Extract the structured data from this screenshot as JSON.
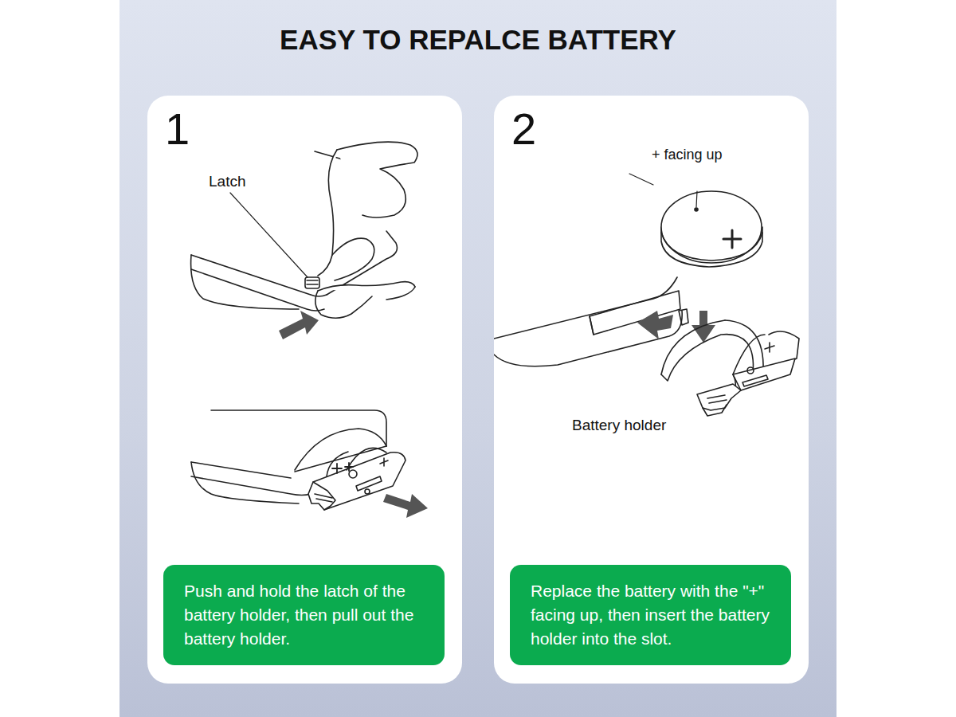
{
  "diagram": {
    "title": "EASY TO REPALCE BATTERY",
    "nodes": [
      {
        "text": [
          "1"
        ]
      },
      {
        "text": [
          "Push and hold the latch of the battery holder, then pull out the battery holder."
        ],
        "in": 0
      },
      {
        "text": [
          "2"
        ]
      },
      {
        "text": [
          "Replace the battery with the \"+\" facing up, then insert the battery holder into the slot."
        ],
        "in": 2
      }
    ],
    "labels": [
      "Latch",
      "+ facing up",
      "Battery holder"
    ]
  }
}
